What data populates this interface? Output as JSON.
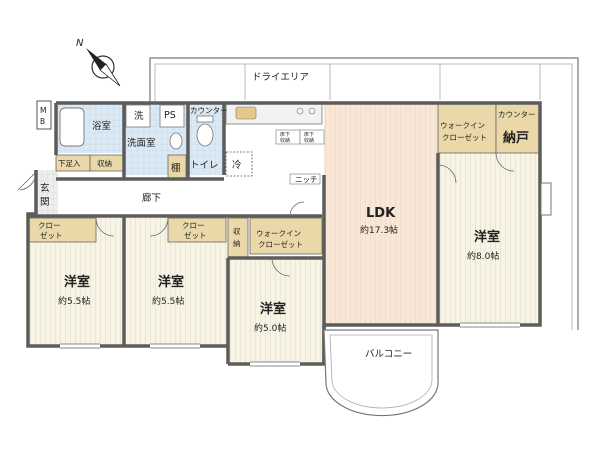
{
  "compass": {
    "north_label": "N",
    "icon": "compass-rose-icon"
  },
  "meter_box": {
    "line1": "M",
    "line2": "B"
  },
  "rooms": {
    "dry_area": "ドライエリア",
    "bath": "浴室",
    "wash": "洗",
    "ps": "PS",
    "counter_wc": "カウンター",
    "powder_room": "洗面室",
    "shelf": "棚",
    "toilet": "トイレ",
    "refrigerator": "冷",
    "shoe_storage": "下足入",
    "entry_storage": "収納",
    "genkan": "玄\n関",
    "hallway": "廊下",
    "niche": "ニッチ",
    "kitchen_cab_1": "床下\n収納",
    "kitchen_cab_2": "床下\n収納",
    "ldk": "LDK",
    "ldk_size": "約17.3帖",
    "walk_in_closet_1": "ウォークイン\nクローゼット",
    "counter_storage": "カウンター",
    "nando": "納戸",
    "western_8": "洋室",
    "western_8_size": "約8.0帖",
    "closet_1": "クロー\nゼット",
    "closet_2": "クロー\nゼット",
    "storage_mid": "収\n納",
    "walk_in_closet_2": "ウォークイン\nクローゼット",
    "western_55_a": "洋室",
    "western_55_a_size": "約5.5帖",
    "western_55_b": "洋室",
    "western_55_b_size": "約5.5帖",
    "western_50": "洋室",
    "western_50_size": "約5.0帖",
    "balcony": "バルコニー"
  },
  "colors": {
    "ldk_floor": "#f6e4d3",
    "wet_floor": "#d6e6f2",
    "wood_floor": "#f4f1e2",
    "storage": "#ead8a8",
    "wall": "#5c5c5c",
    "stripe": "#cfc9b3"
  }
}
